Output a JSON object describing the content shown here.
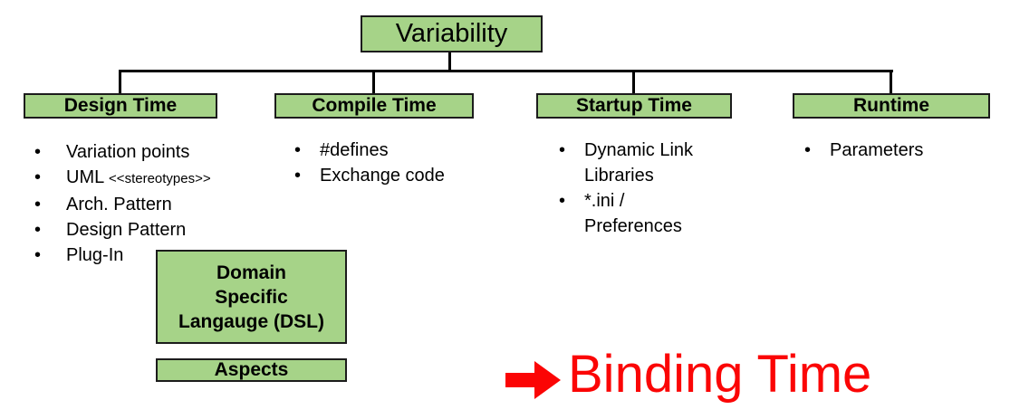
{
  "root": {
    "label": "Variability"
  },
  "branches": {
    "design": {
      "header": "Design Time",
      "items": [
        {
          "text": "Variation points"
        },
        {
          "text": "UML",
          "suffix": "<<stereotypes>>"
        },
        {
          "text": "Arch. Pattern"
        },
        {
          "text": "Design Pattern"
        },
        {
          "text": "Plug-In"
        }
      ]
    },
    "compile": {
      "header": "Compile Time",
      "items": [
        {
          "text": "#defines"
        },
        {
          "text": "Exchange code"
        }
      ]
    },
    "startup": {
      "header": "Startup Time",
      "items": [
        {
          "text": "Dynamic Link Libraries"
        },
        {
          "text": "*.ini / Preferences"
        }
      ]
    },
    "runtime": {
      "header": "Runtime",
      "items": [
        {
          "text": "Parameters"
        }
      ]
    }
  },
  "dsl_box": {
    "lines": [
      "Domain",
      "Specific",
      "Langauge (DSL)"
    ]
  },
  "aspects_box": {
    "label": "Aspects"
  },
  "caption": {
    "label": "Binding Time"
  },
  "colors": {
    "box_fill": "#a6d388",
    "box_border": "#1c1c1c",
    "connector": "#000000",
    "accent_red": "#fb0505",
    "text": "#000000",
    "background": "#ffffff"
  }
}
